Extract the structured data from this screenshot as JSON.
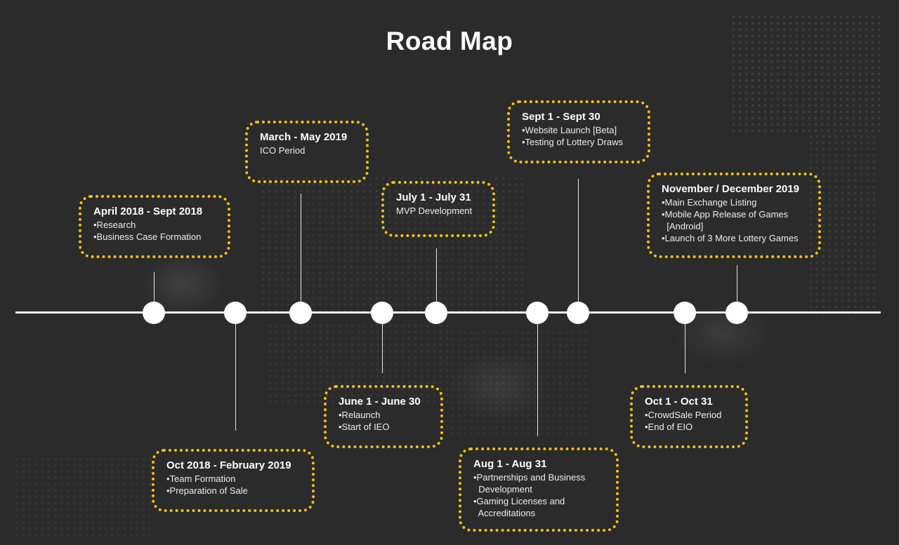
{
  "title": "Road Map",
  "accent_color": "#f5c518",
  "milestones": [
    {
      "date": "April 2018 - Sept 2018",
      "items": [
        "•Research",
        "•Business Case Formation"
      ]
    },
    {
      "date": "Oct 2018 - February 2019",
      "items": [
        "•Team Formation",
        "•Preparation of Sale"
      ]
    },
    {
      "date": "March - May 2019",
      "items": [
        "ICO Period"
      ]
    },
    {
      "date": "June 1 - June 30",
      "items": [
        "•Relaunch",
        "•Start of IEO"
      ]
    },
    {
      "date": "July 1 - July 31",
      "items": [
        "MVP Development"
      ]
    },
    {
      "date": "Aug 1  - Aug 31",
      "items": [
        "•Partnerships and Business",
        "  Development",
        "•Gaming Licenses and",
        "  Accreditations"
      ]
    },
    {
      "date": "Sept 1 - Sept 30",
      "items": [
        "•Website Launch [Beta]",
        "•Testing of Lottery Draws"
      ]
    },
    {
      "date": "Oct 1 - Oct 31",
      "items": [
        "•CrowdSale Period",
        "•End of EIO"
      ]
    },
    {
      "date": "November / December 2019",
      "items": [
        "•Main Exchange Listing",
        "•Mobile App Release of Games",
        "  [Android]",
        "•Launch of 3 More Lottery Games"
      ]
    }
  ]
}
